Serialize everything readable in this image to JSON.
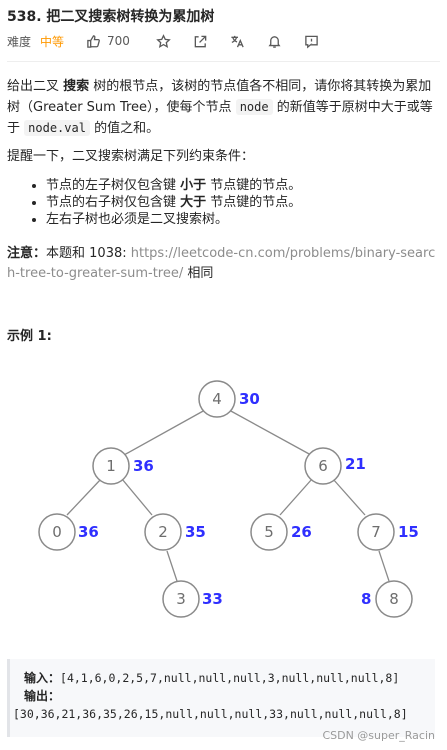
{
  "problem": {
    "title": "538. 把二叉搜索树转换为累加树",
    "difficulty_label": "难度",
    "difficulty": "中等",
    "likes": "700"
  },
  "description": {
    "p1_a": "给出二叉 ",
    "p1_b": "搜索",
    "p1_c": " 树的根节点，该树的节点值各不相同，请你将其转换为累加树（Greater Sum Tree），使每个节点 ",
    "p1_code1": "node",
    "p1_d": " 的新值等于原树中大于或等于 ",
    "p1_code2": "node.val",
    "p1_e": " 的值之和。",
    "p2": "提醒一下，二叉搜索树满足下列约束条件：",
    "rule1_a": "节点的左子树仅包含键 ",
    "rule1_b": "小于",
    "rule1_c": " 节点键的节点。",
    "rule2_a": "节点的右子树仅包含键 ",
    "rule2_b": "大于",
    "rule2_c": " 节点键的节点。",
    "rule3": "左右子树也必须是二叉搜索树。",
    "note_label": "注意：",
    "note_a": "本题和 1038: ",
    "note_link": "https://leetcode-cn.com/problems/binary-search-tree-to-greater-sum-tree/",
    "note_b": " 相同"
  },
  "example": {
    "title": "示例 1:",
    "input_label": "输入：",
    "input": "[4,1,6,0,2,5,7,null,null,null,3,null,null,null,8]",
    "output_label": "输出：",
    "output": "[30,36,21,36,35,26,15,null,null,null,33,null,null,null,8]",
    "tree": {
      "nodes": [
        {
          "id": "n4",
          "key": "4",
          "sum": "30"
        },
        {
          "id": "n1",
          "key": "1",
          "sum": "36"
        },
        {
          "id": "n6",
          "key": "6",
          "sum": "21"
        },
        {
          "id": "n0",
          "key": "0",
          "sum": "36"
        },
        {
          "id": "n2",
          "key": "2",
          "sum": "35"
        },
        {
          "id": "n5",
          "key": "5",
          "sum": "26"
        },
        {
          "id": "n7",
          "key": "7",
          "sum": "15"
        },
        {
          "id": "n3",
          "key": "3",
          "sum": "33"
        },
        {
          "id": "n8",
          "key": "8",
          "sum": "8"
        }
      ]
    }
  },
  "watermark": "CSDN @super_Racin",
  "colors": {
    "difficulty": "#ff9800",
    "sum_label": "#2f2fff",
    "node_stroke": "#8a8a8a"
  },
  "icons": [
    "thumbs-up-icon",
    "star-icon",
    "share-icon",
    "translate-icon",
    "bell-icon",
    "comment-icon"
  ]
}
